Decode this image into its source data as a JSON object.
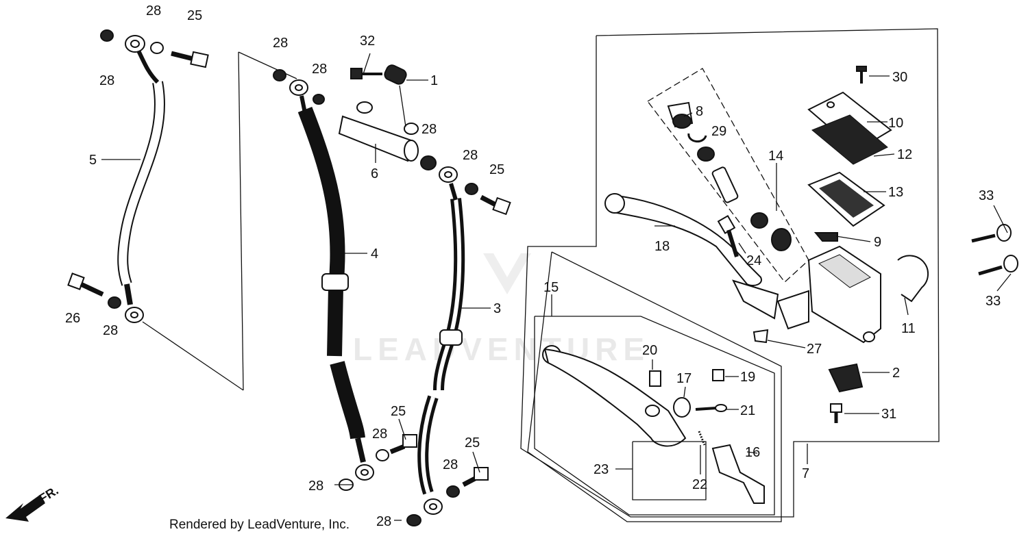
{
  "watermark": "LEADVENTURE",
  "credit": "Rendered by LeadVenture, Inc.",
  "direction_label": "FR.",
  "callouts": [
    {
      "id": "c1",
      "text": "1"
    },
    {
      "id": "c2",
      "text": "2"
    },
    {
      "id": "c3",
      "text": "3"
    },
    {
      "id": "c4",
      "text": "4"
    },
    {
      "id": "c5",
      "text": "5"
    },
    {
      "id": "c6",
      "text": "6"
    },
    {
      "id": "c7",
      "text": "7"
    },
    {
      "id": "c8",
      "text": "8"
    },
    {
      "id": "c9",
      "text": "9"
    },
    {
      "id": "c10",
      "text": "10"
    },
    {
      "id": "c11",
      "text": "11"
    },
    {
      "id": "c12",
      "text": "12"
    },
    {
      "id": "c13",
      "text": "13"
    },
    {
      "id": "c14",
      "text": "14"
    },
    {
      "id": "c15",
      "text": "15"
    },
    {
      "id": "c16",
      "text": "16"
    },
    {
      "id": "c17",
      "text": "17"
    },
    {
      "id": "c18",
      "text": "18"
    },
    {
      "id": "c19",
      "text": "19"
    },
    {
      "id": "c20",
      "text": "20"
    },
    {
      "id": "c21",
      "text": "21"
    },
    {
      "id": "c22",
      "text": "22"
    },
    {
      "id": "c23",
      "text": "23"
    },
    {
      "id": "c24",
      "text": "24"
    },
    {
      "id": "c25a",
      "text": "25"
    },
    {
      "id": "c25b",
      "text": "25"
    },
    {
      "id": "c25c",
      "text": "25"
    },
    {
      "id": "c25d",
      "text": "25"
    },
    {
      "id": "c26",
      "text": "26"
    },
    {
      "id": "c27",
      "text": "27"
    },
    {
      "id": "c28a",
      "text": "28"
    },
    {
      "id": "c28b",
      "text": "28"
    },
    {
      "id": "c28c",
      "text": "28"
    },
    {
      "id": "c28d",
      "text": "28"
    },
    {
      "id": "c28e",
      "text": "28"
    },
    {
      "id": "c28f",
      "text": "28"
    },
    {
      "id": "c28g",
      "text": "28"
    },
    {
      "id": "c28h",
      "text": "28"
    },
    {
      "id": "c28i",
      "text": "28"
    },
    {
      "id": "c28j",
      "text": "28"
    },
    {
      "id": "c28k",
      "text": "28"
    },
    {
      "id": "c29",
      "text": "29"
    },
    {
      "id": "c30",
      "text": "30"
    },
    {
      "id": "c31",
      "text": "31"
    },
    {
      "id": "c32",
      "text": "32"
    },
    {
      "id": "c33a",
      "text": "33"
    },
    {
      "id": "c33b",
      "text": "33"
    }
  ]
}
